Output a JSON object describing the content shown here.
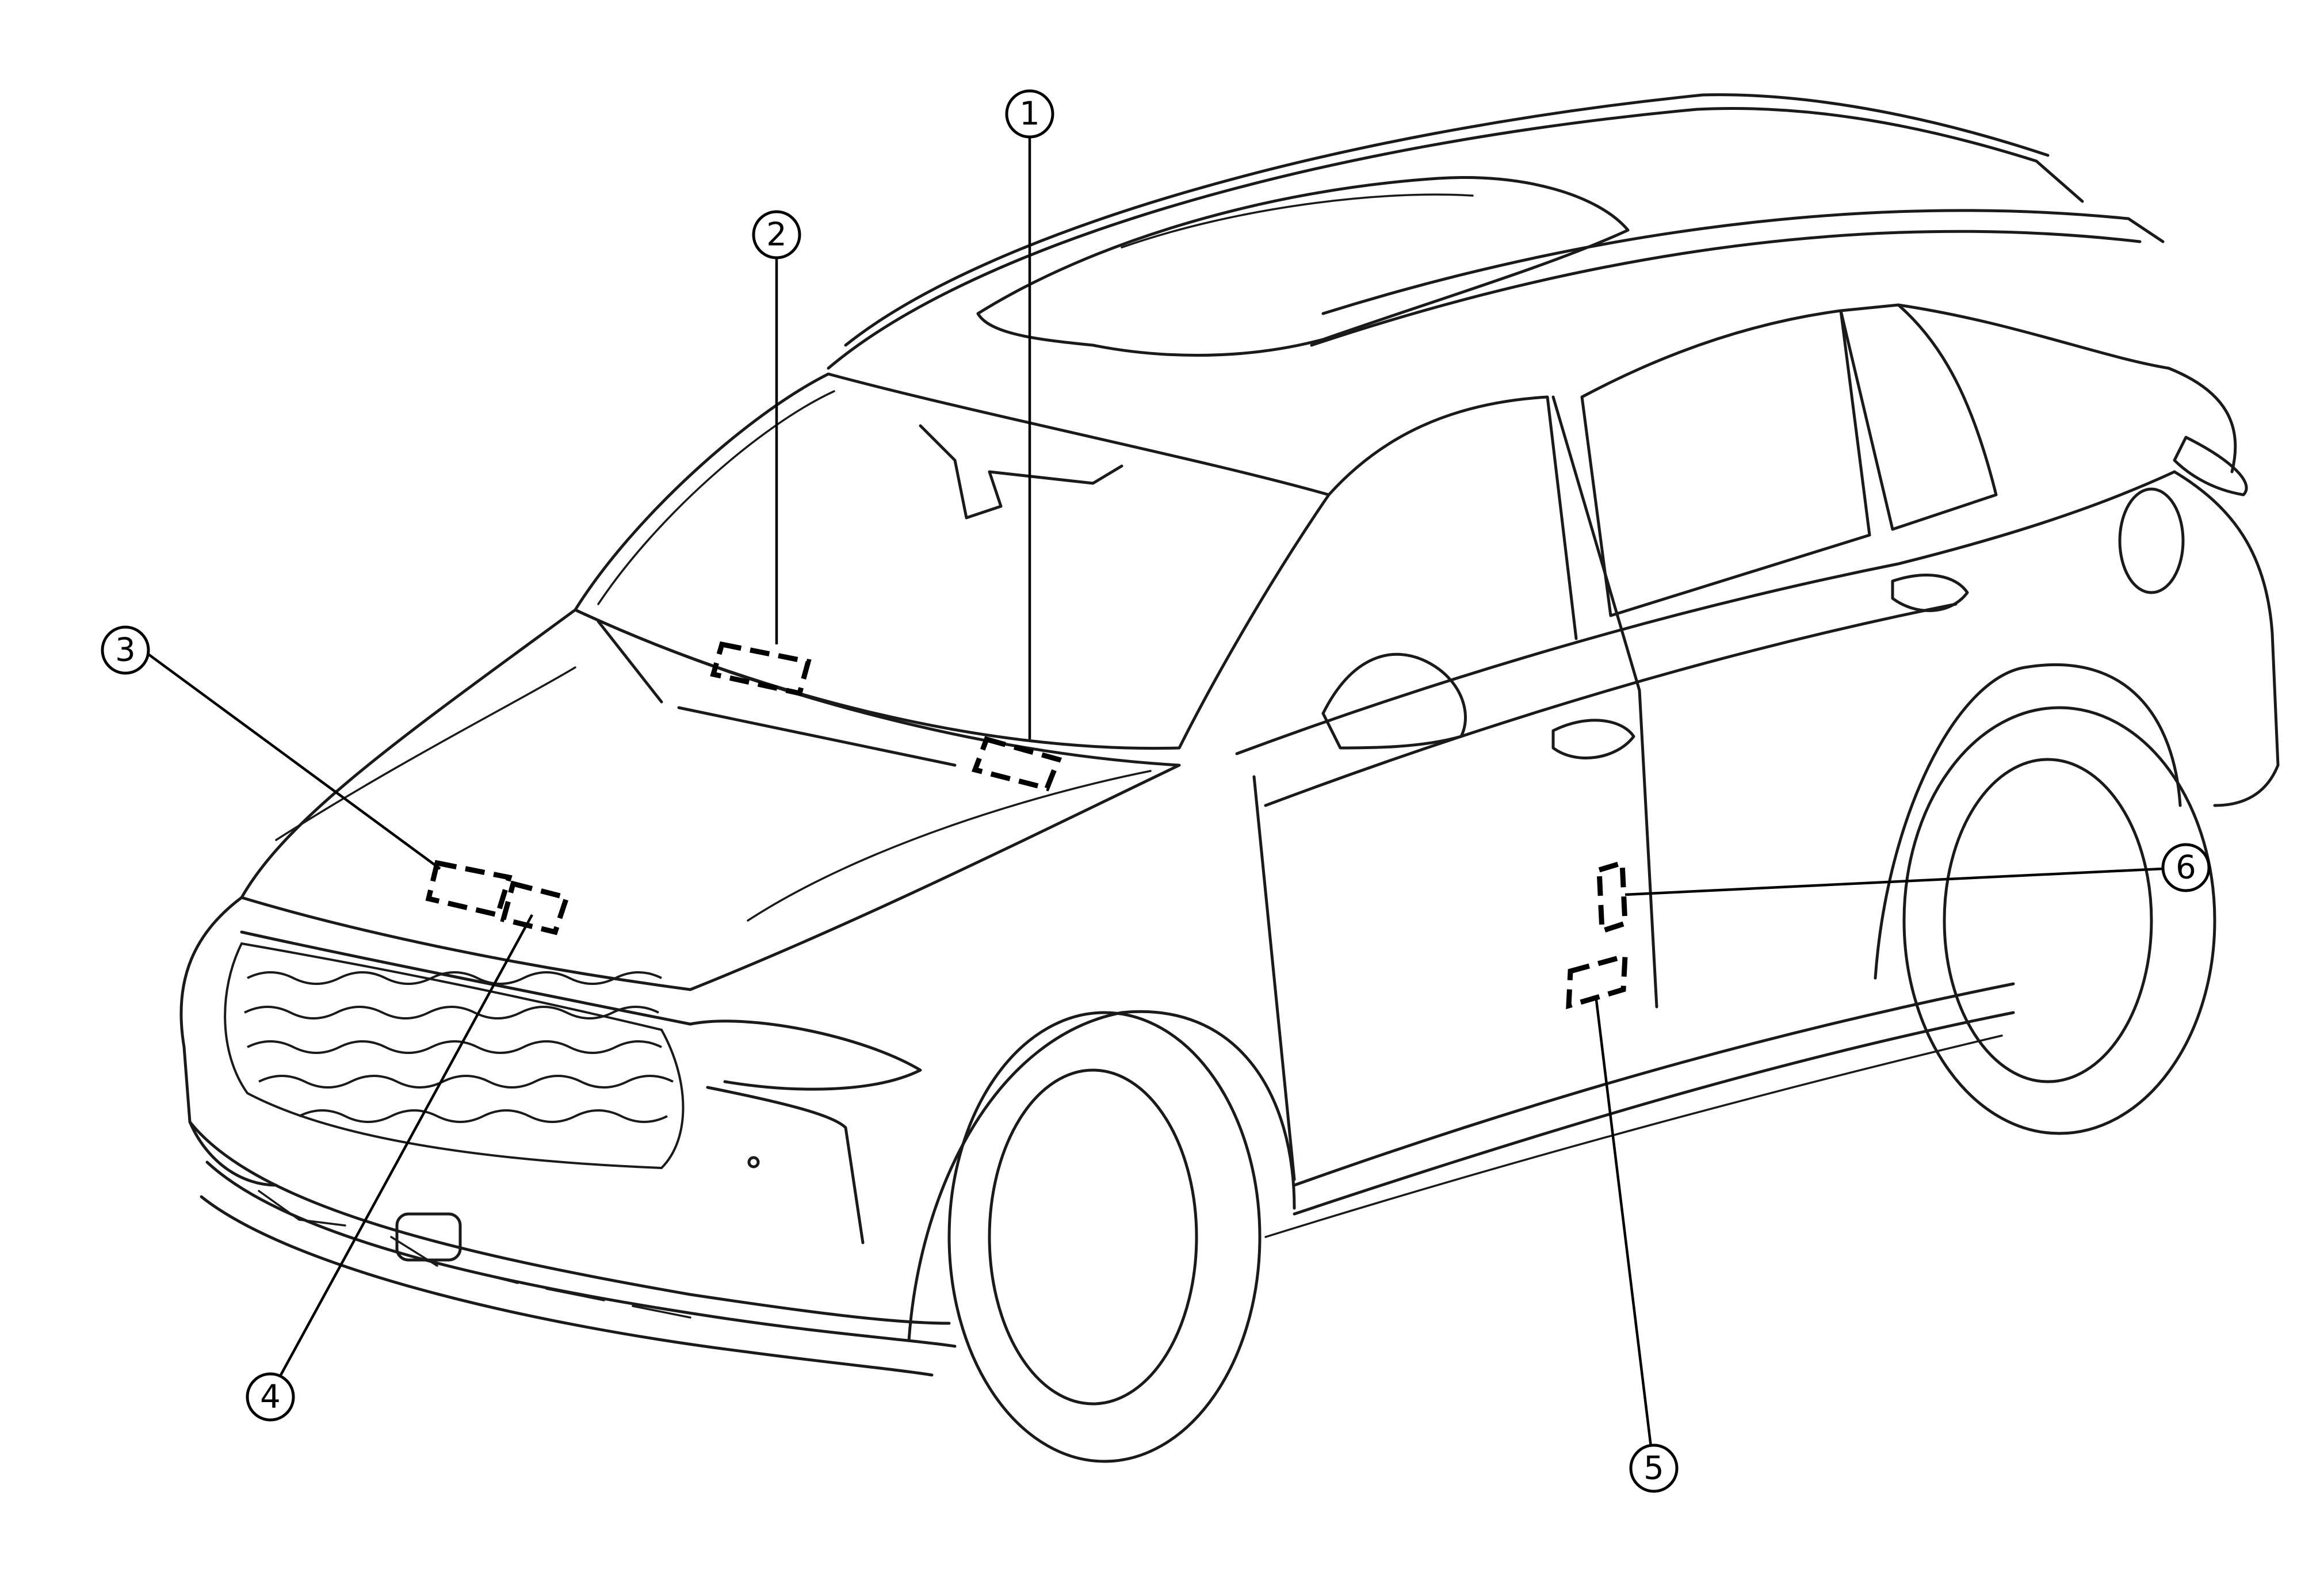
{
  "callouts": [
    {
      "id": "1",
      "label": "1"
    },
    {
      "id": "2",
      "label": "2"
    },
    {
      "id": "3",
      "label": "3"
    },
    {
      "id": "4",
      "label": "4"
    },
    {
      "id": "5",
      "label": "5"
    },
    {
      "id": "6",
      "label": "6"
    }
  ],
  "colors": {
    "line": "#1a1a1a",
    "background": "#ffffff"
  }
}
